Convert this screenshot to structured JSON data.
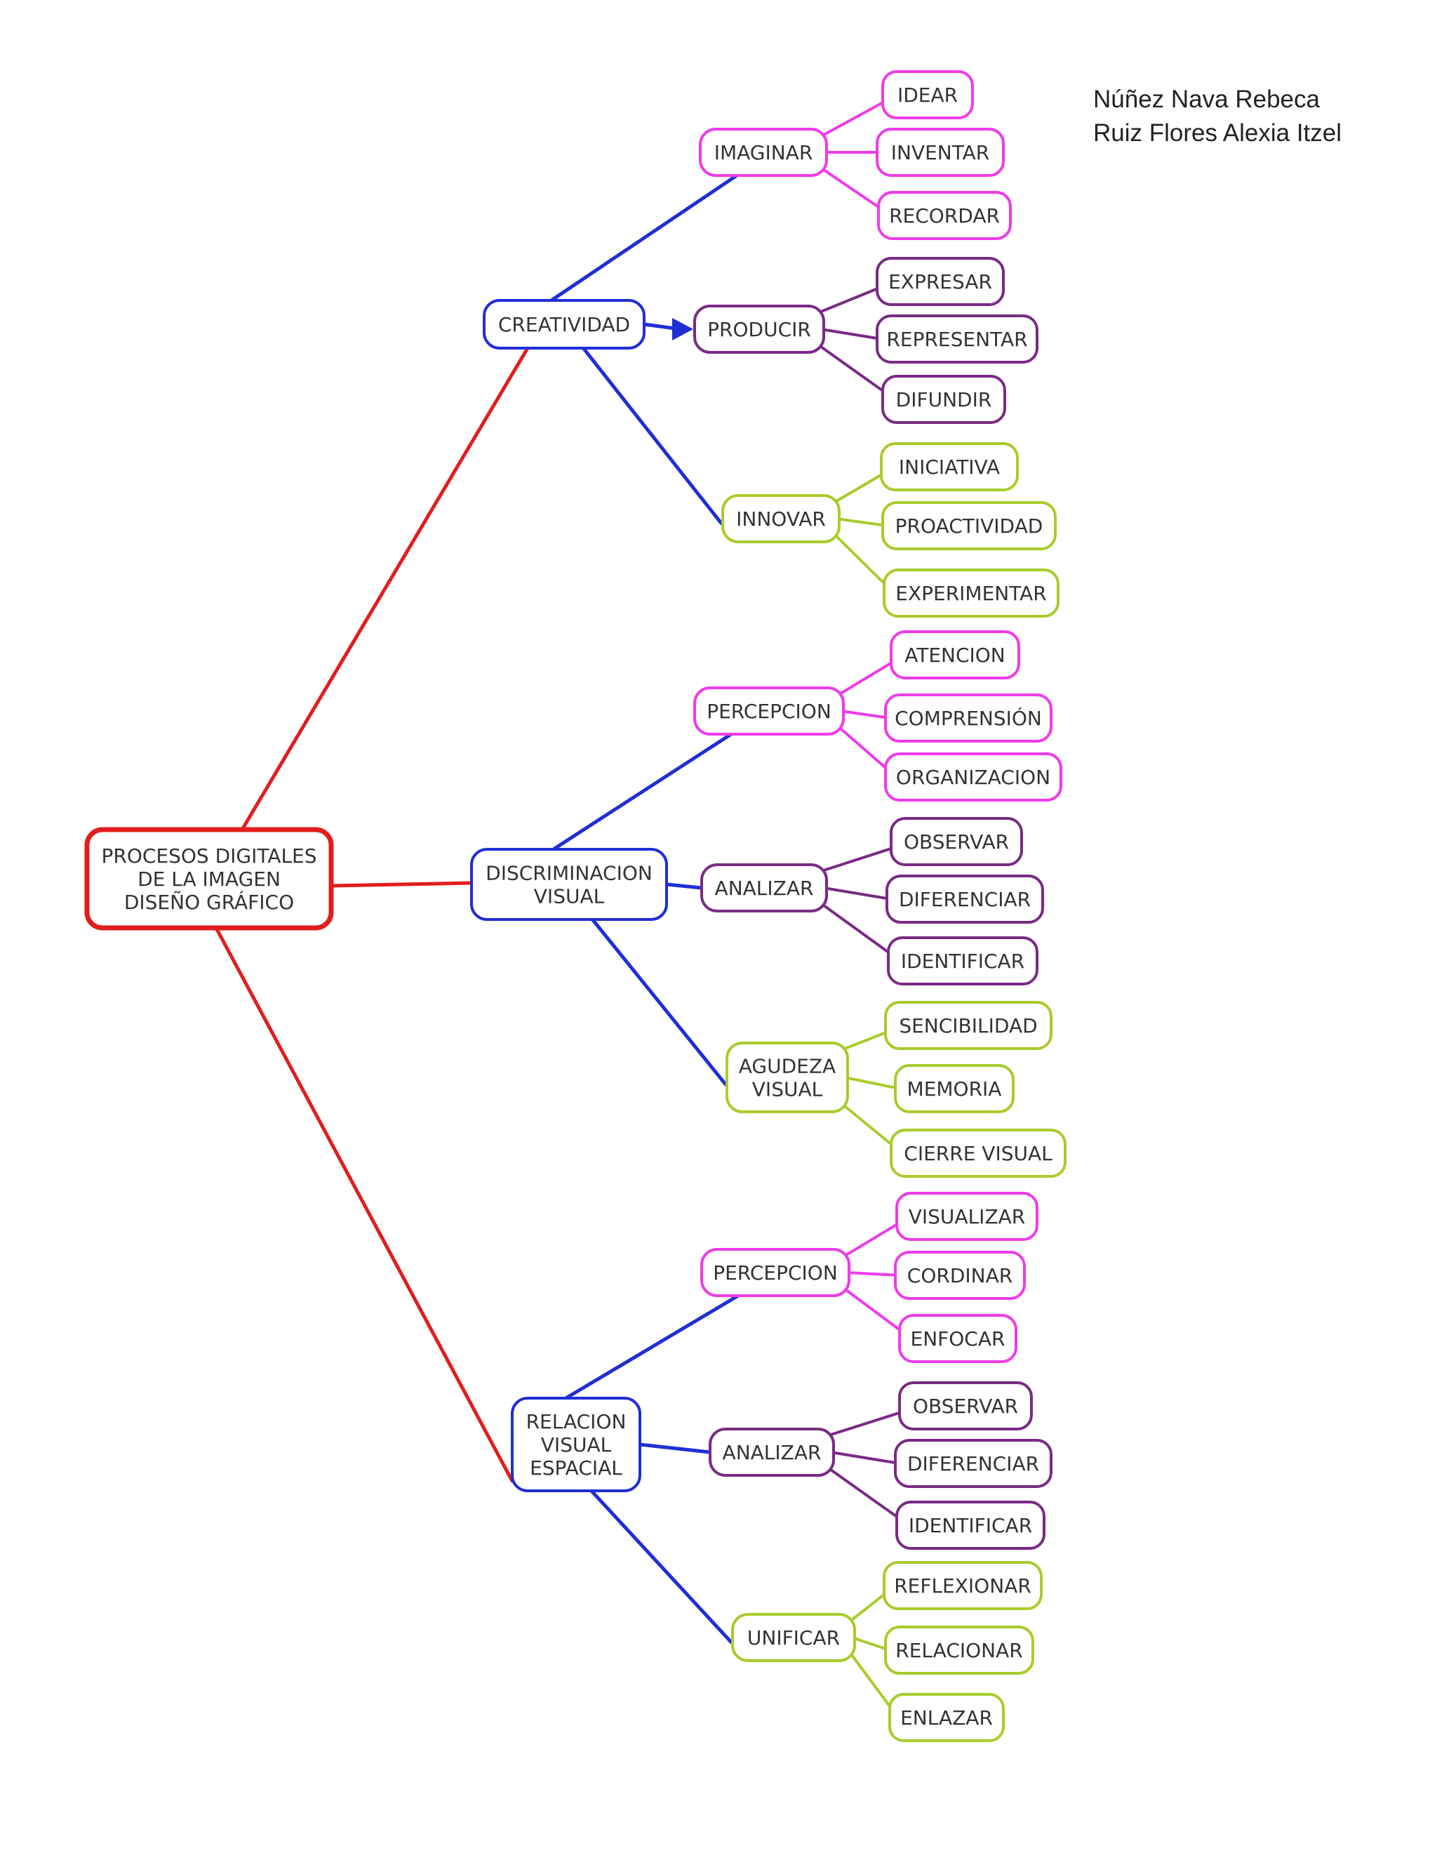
{
  "authors": [
    "Núñez Nava Rebeca",
    "Ruiz Flores Alexia Itzel"
  ],
  "colors": {
    "root": "#e11d1d",
    "category": "#1f2ed6",
    "pink": "#ef3be8",
    "purple": "#7a2a86",
    "green": "#a9cc2b",
    "text": "#333333"
  },
  "root": {
    "lines": [
      "PROCESOS DIGITALES",
      "DE LA IMAGEN",
      "DISEÑO GRÁFICO"
    ]
  },
  "categories": [
    {
      "lines": [
        "CREATIVIDAD"
      ],
      "groups": [
        {
          "lines": [
            "IMAGINAR"
          ],
          "color": "pink",
          "leaves": [
            "IDEAR",
            "INVENTAR",
            "RECORDAR"
          ]
        },
        {
          "lines": [
            "PRODUCIR"
          ],
          "color": "purple",
          "leaves": [
            "EXPRESAR",
            "REPRESENTAR",
            "DIFUNDIR"
          ]
        },
        {
          "lines": [
            "INNOVAR"
          ],
          "color": "green",
          "leaves": [
            "INICIATIVA",
            "PROACTIVIDAD",
            "EXPERIMENTAR"
          ]
        }
      ]
    },
    {
      "lines": [
        "DISCRIMINACION",
        "VISUAL"
      ],
      "groups": [
        {
          "lines": [
            "PERCEPCION"
          ],
          "color": "pink",
          "leaves": [
            "ATENCION",
            "COMPRENSIÓN",
            "ORGANIZACION"
          ]
        },
        {
          "lines": [
            "ANALIZAR"
          ],
          "color": "purple",
          "leaves": [
            "OBSERVAR",
            "DIFERENCIAR",
            "IDENTIFICAR"
          ]
        },
        {
          "lines": [
            "AGUDEZA",
            "VISUAL"
          ],
          "color": "green",
          "leaves": [
            "SENCIBILIDAD",
            "MEMORIA",
            "CIERRE VISUAL"
          ]
        }
      ]
    },
    {
      "lines": [
        "RELACION",
        "VISUAL",
        "ESPACIAL"
      ],
      "groups": [
        {
          "lines": [
            "PERCEPCION"
          ],
          "color": "pink",
          "leaves": [
            "VISUALIZAR",
            "CORDINAR",
            "ENFOCAR"
          ]
        },
        {
          "lines": [
            "ANALIZAR"
          ],
          "color": "purple",
          "leaves": [
            "OBSERVAR",
            "DIFERENCIAR",
            "IDENTIFICAR"
          ]
        },
        {
          "lines": [
            "UNIFICAR"
          ],
          "color": "green",
          "leaves": [
            "REFLEXIONAR",
            "RELACIONAR",
            "ENLAZAR"
          ]
        }
      ]
    }
  ]
}
